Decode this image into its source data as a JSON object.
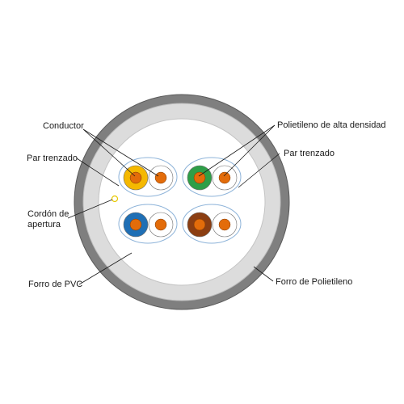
{
  "labels": {
    "conductor": "Conductor",
    "par_trenzado_left": "Par trenzado",
    "cordon_line1": "Cordón de",
    "cordon_line2": "apertura",
    "forro_pvc": "Forro de PVC",
    "polietileno_alta": "Polietileno de alta densidad",
    "par_trenzado_right": "Par trenzado",
    "forro_polietileno": "Forro de Polietileno"
  },
  "colors": {
    "outer_jacket": "#7f7f7f",
    "inner_jacket": "#dcdcdc",
    "core_background": "#ffffff",
    "conductor": "#e36c0a",
    "pair_orange": "#f5b800",
    "pair_green": "#2e9e47",
    "pair_blue": "#1f6fb5",
    "pair_brown": "#8b3e12",
    "pair_outline": "#8db3d9",
    "ripcord": "#e8c900"
  },
  "pairs": [
    {
      "name": "orange-pair",
      "color_key": "pair_orange"
    },
    {
      "name": "green-pair",
      "color_key": "pair_green"
    },
    {
      "name": "blue-pair",
      "color_key": "pair_blue"
    },
    {
      "name": "brown-pair",
      "color_key": "pair_brown"
    }
  ]
}
